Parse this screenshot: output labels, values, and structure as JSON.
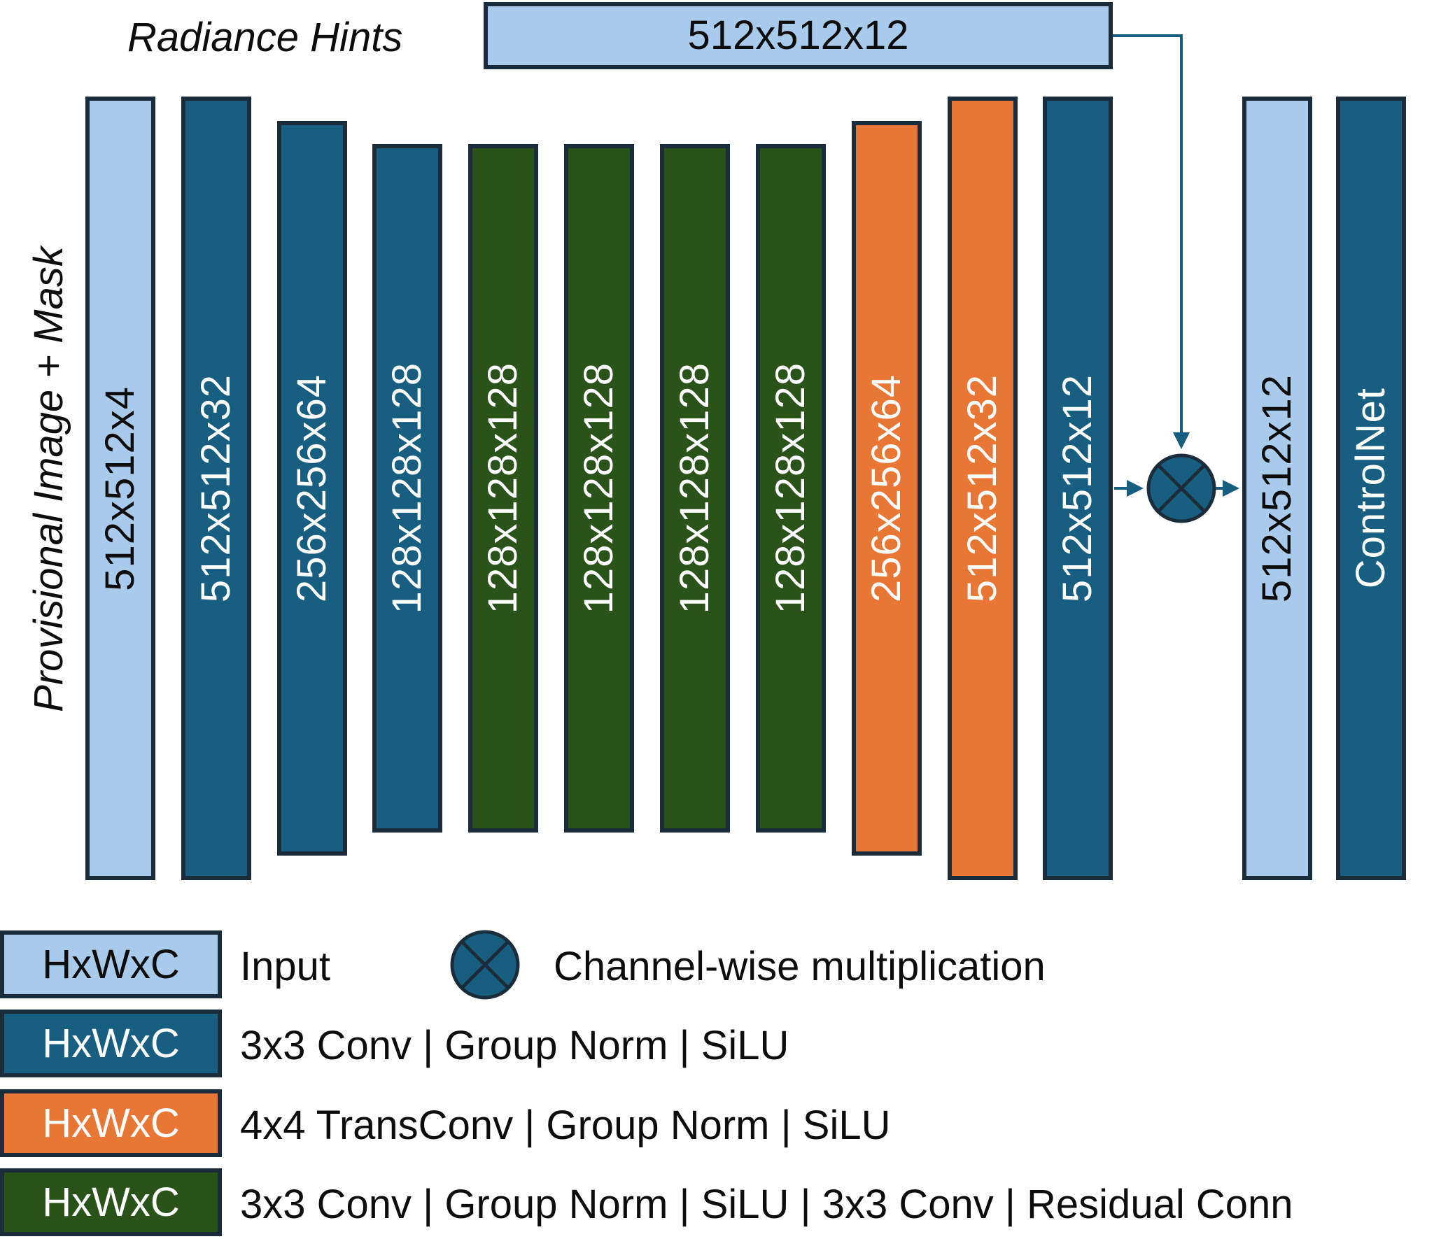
{
  "radiance": {
    "label": "Radiance Hints",
    "size": "512x512x12"
  },
  "side_label": "Provisional Image + Mask",
  "blocks": [
    {
      "label": "512x512x4",
      "kind": "input"
    },
    {
      "label": "512x512x32",
      "kind": "conv"
    },
    {
      "label": "256x256x64",
      "kind": "conv"
    },
    {
      "label": "128x128x128",
      "kind": "conv"
    },
    {
      "label": "128x128x128",
      "kind": "residual"
    },
    {
      "label": "128x128x128",
      "kind": "residual"
    },
    {
      "label": "128x128x128",
      "kind": "residual"
    },
    {
      "label": "128x128x128",
      "kind": "residual"
    },
    {
      "label": "256x256x64",
      "kind": "transconv"
    },
    {
      "label": "512x512x32",
      "kind": "transconv"
    },
    {
      "label": "512x512x12",
      "kind": "conv"
    },
    {
      "label": "512x512x12",
      "kind": "input"
    },
    {
      "label": "ControlNet",
      "kind": "conv"
    }
  ],
  "legend": {
    "box_label": "HxWxC",
    "input": "Input",
    "multiplication": "Channel-wise multiplication",
    "conv": "3x3 Conv | Group Norm | SiLU",
    "transconv": "4x4 TransConv | Group Norm | SiLU",
    "residual": "3x3 Conv | Group Norm | SiLU | 3x3 Conv | Residual Conn"
  },
  "colors": {
    "input": "#a9cbeb",
    "conv": "#185e80",
    "transconv": "#e87635",
    "residual": "#2a5319",
    "outline": "#1b2d3a",
    "arrow": "#185e80"
  }
}
